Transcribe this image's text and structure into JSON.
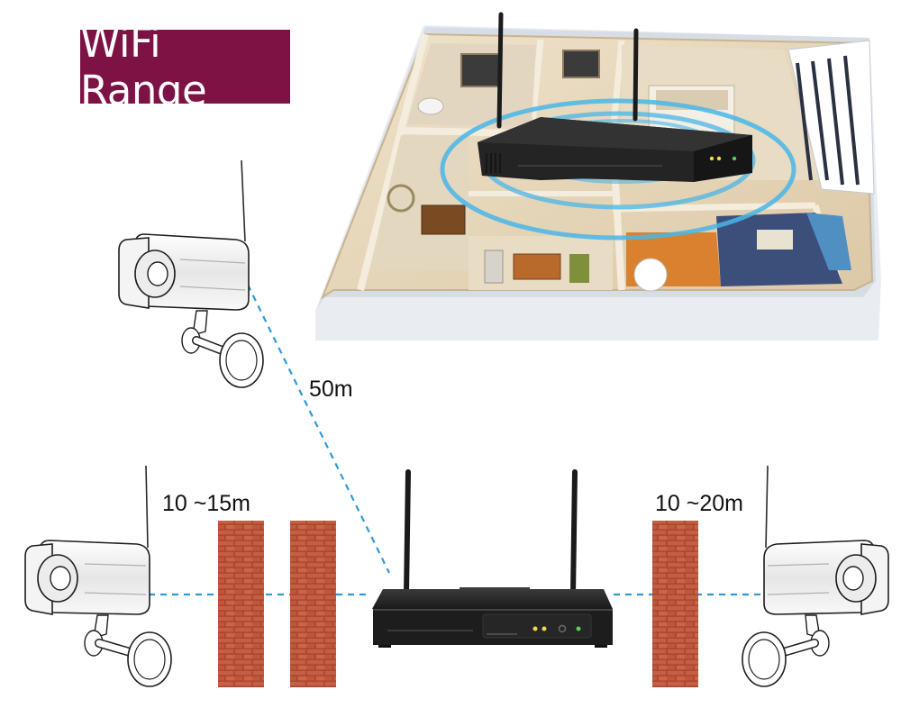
{
  "title": "WiFi Range",
  "distances": {
    "top_camera": "50m",
    "left_camera": "10 ~15m",
    "right_camera": "10 ~20m"
  },
  "colors": {
    "title_background": "#7d1245",
    "dashed_link": "#2e9bd6",
    "wifi_ring": "#49b6e8",
    "brick": "#b8533a",
    "nvr_body": "#1f1f1f"
  },
  "icons": [
    "house-floorplan-illustration",
    "nvr-recorder-icon",
    "security-camera-icon",
    "brick-wall-icon"
  ]
}
